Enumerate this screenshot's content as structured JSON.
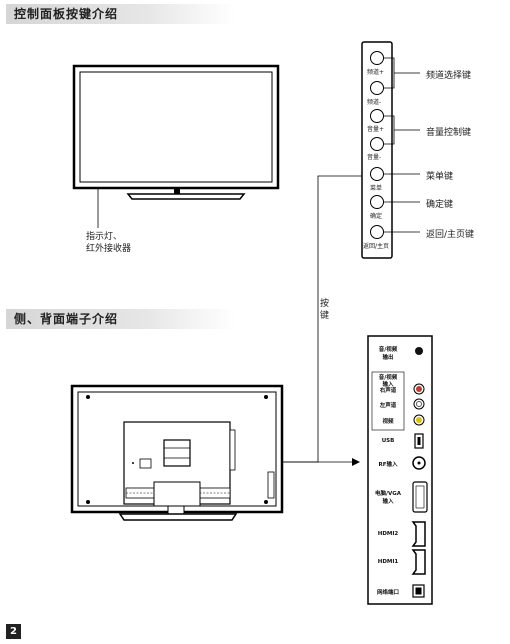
{
  "sections": {
    "control_panel_title": "控制面板按键介绍",
    "ports_title": "侧、背面端子介绍"
  },
  "indicator": {
    "line1": "指示灯、",
    "line2": "红外接收器"
  },
  "panel_buttons": [
    "频道+",
    "频道-",
    "音量+",
    "音量-",
    "菜单",
    "确定",
    "返回/主页"
  ],
  "callouts": {
    "channel": "频道选择键",
    "volume": "音量控制键",
    "menu": "菜单键",
    "ok": "确定键",
    "back": "返回/主页键"
  },
  "connector_label": {
    "line1": "按",
    "line2": "键"
  },
  "ports": {
    "av_out_line1": "音/视频",
    "av_out_line2": "输出",
    "av_in_line1": "音/视频",
    "av_in_line2": "输入",
    "right_channel": "右声道",
    "left_channel": "左声道",
    "video": "视频",
    "usb": "USB",
    "rf_in": "RF输入",
    "pc_vga_line1": "电脑/VGA",
    "pc_vga_line2": "输入",
    "hdmi2": "HDMI2",
    "hdmi1": "HDMI1",
    "network": "网络端口"
  },
  "page_number": "2"
}
